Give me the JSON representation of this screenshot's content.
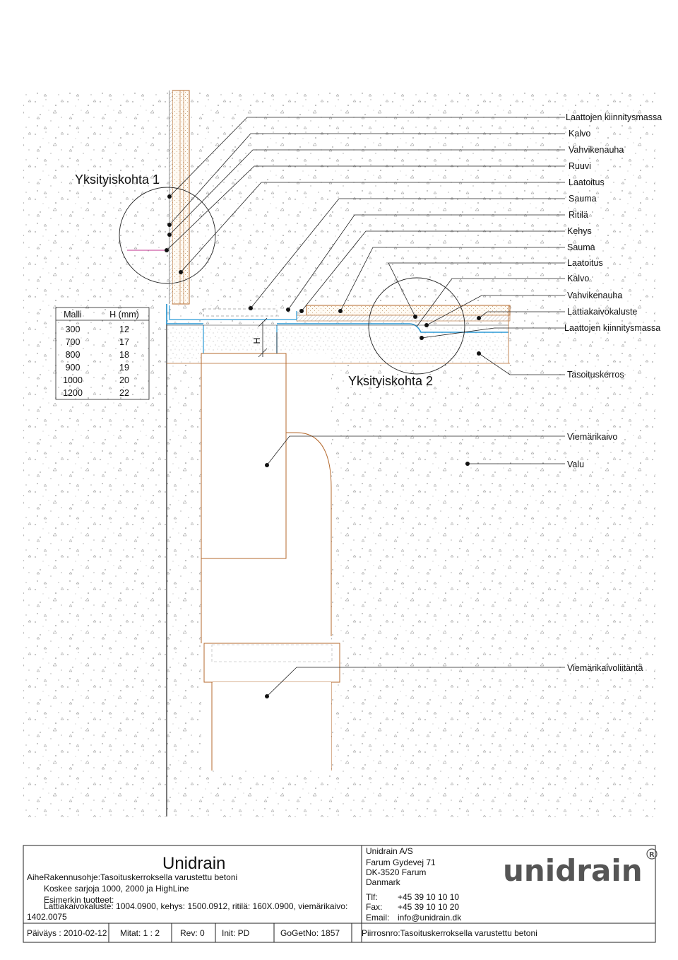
{
  "detail1": "Yksityiskohta 1",
  "detail2": "Yksityiskohta 2",
  "dimension_mark": "H",
  "callouts": [
    "Laattojen kiinnitysmassa",
    "Kalvo",
    "Vahvikenauha",
    "Ruuvi",
    "Laatoitus",
    "Sauma",
    "Ritilä",
    "Kehys",
    "Sauma",
    "Laatoitus",
    "Kalvo",
    "Vahvikenauha",
    "Lattiakaivokaluste",
    "Laattojen kiinnitysmassa",
    "Tasoituskerros",
    "Viemärikaivo",
    "Valu",
    "Viemärikaivoliitäntä"
  ],
  "size_table": {
    "headers": [
      "Malli",
      "H (mm)"
    ],
    "rows": [
      [
        "300",
        "12"
      ],
      [
        "700",
        "17"
      ],
      [
        "800",
        "18"
      ],
      [
        "900",
        "19"
      ],
      [
        "1000",
        "20"
      ],
      [
        "1200",
        "22"
      ]
    ]
  },
  "title_block": {
    "brand": "Unidrain",
    "subject_label": "Aihe:",
    "subject": "Rakennusohje:Tasoituskerroksella varustettu betoni",
    "subject_line2": "Koskee sarjoja 1000, 2000 ja HighLine",
    "examples_label": "Esimerkin tuotteet:",
    "examples_line1": "Lattiakaivokaluste: 1004.0900, kehys: 1500.0912, ritilä: 160X.0900, viemärikaivo:",
    "examples_line2": "1402.0075",
    "company": "Unidrain A/S",
    "address1": "Farum Gydevej 71",
    "address2": "DK-3520 Farum",
    "country": "Danmark",
    "phone_label": "Tlf:",
    "phone": "+45 39 10 10 10",
    "fax_label": "Fax:",
    "fax": "+45 39 10 10 20",
    "email_label": "Email:",
    "email": "info@unidrain.dk",
    "logo": "unidrain",
    "registered": "®",
    "date": "Päiväys : 2010-02-12",
    "scale": "Mitat:  1 : 2",
    "rev": "Rev:  0",
    "init": "Init:  PD",
    "gogetno": "GoGetNo:  1857",
    "drawing_name": "Piirrosnro:Tasoituskerroksella varustettu betoni"
  }
}
